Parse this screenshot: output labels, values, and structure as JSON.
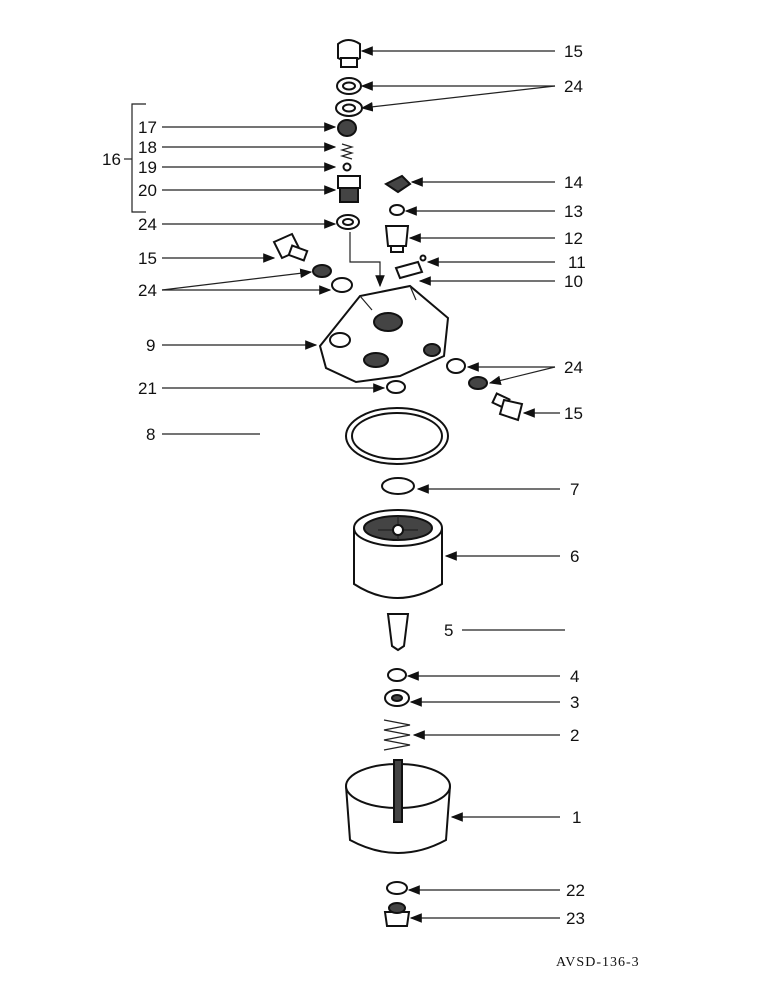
{
  "diagram": {
    "code": "AVSD-136-3",
    "callouts": {
      "c15a": "15",
      "c24a": "24",
      "c17": "17",
      "c16": "16",
      "c18": "18",
      "c19": "19",
      "c20": "20",
      "c24b": "24",
      "c14": "14",
      "c13": "13",
      "c12": "12",
      "c15b": "15",
      "c11": "11",
      "c24c": "24",
      "c10": "10",
      "c9": "9",
      "c24d": "24",
      "c21": "21",
      "c15c": "15",
      "c8": "8",
      "c7": "7",
      "c6": "6",
      "c5": "5",
      "c4": "4",
      "c3": "3",
      "c2": "2",
      "c1": "1",
      "c22": "22",
      "c23": "23"
    }
  }
}
